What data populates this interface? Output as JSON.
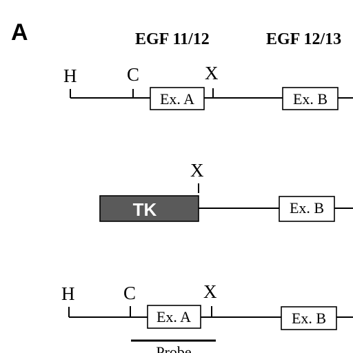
{
  "panel": {
    "letter": "A"
  },
  "headers": {
    "left": "EGF 11/12",
    "right": "EGF 12/13"
  },
  "wildtype": {
    "sites": {
      "h": "H",
      "c": "C",
      "x": "X"
    },
    "exon_a": "Ex. A",
    "exon_b": "Ex. B"
  },
  "targeting": {
    "sites": {
      "x": "X"
    },
    "tk": "TK",
    "exon_b": "Ex. B"
  },
  "recombined": {
    "sites": {
      "h": "H",
      "c": "C",
      "x": "X"
    },
    "exon_a": "Ex. A",
    "exon_b": "Ex. B",
    "probe": "Probe"
  }
}
